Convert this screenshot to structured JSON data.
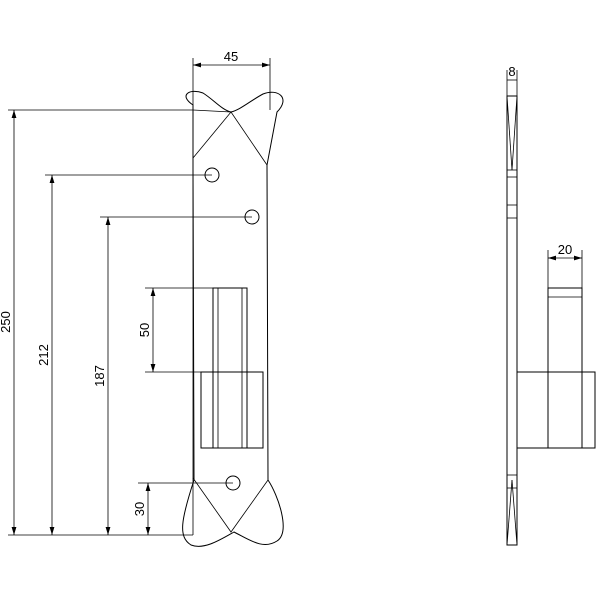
{
  "dimensions": {
    "front_width": "45",
    "total_height": "250",
    "hole_upper": "212",
    "hole_middle": "187",
    "slot_height": "50",
    "hole_lower": "30",
    "side_thickness": "8",
    "side_depth": "20"
  }
}
